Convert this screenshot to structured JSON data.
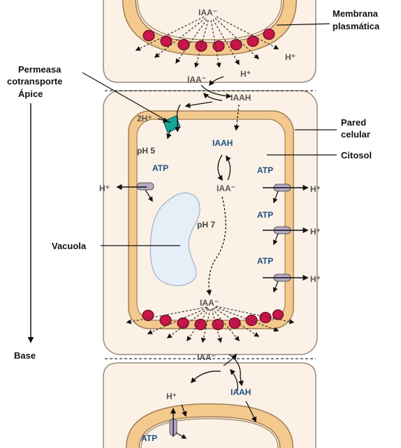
{
  "labels": {
    "membrana": [
      "Membrana",
      "plasmática"
    ],
    "permeasa": [
      "Permeasa",
      "cotransporte"
    ],
    "apice": "Ápice",
    "base": "Base",
    "pared": [
      "Pared",
      "celular"
    ],
    "citosol": "Citosol",
    "vacuola": "Vacuola"
  },
  "chem": {
    "iaa_minus": "IAA⁻",
    "iaah": "IAAH",
    "h_plus": "H⁺",
    "two_h_plus": "2H⁺",
    "atp": "ATP",
    "ph5": "pH 5",
    "ph7": "pH 7"
  },
  "colors": {
    "cell_fill": "#fbf1e6",
    "cell_stroke": "#9a8b7c",
    "wall_fill": "#f4c98d",
    "wall_stroke": "#9e7f55",
    "carrier_fill": "#c8164a",
    "permease_fill": "#17a598",
    "vacuole_fill": "#e6eef8",
    "pump_fill": "#b7a9c6"
  }
}
